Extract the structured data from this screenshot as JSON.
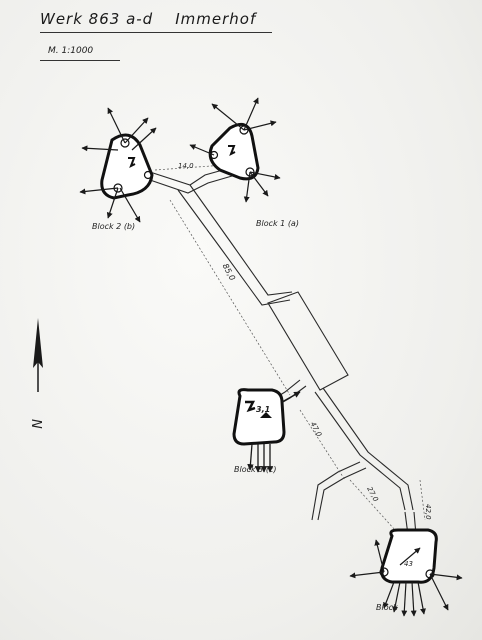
{
  "title": {
    "werk": "Werk 863 a-d",
    "name": "Immerhof"
  },
  "scale": "M. 1:1000",
  "north": "N",
  "blocks": [
    {
      "key": "block1",
      "label": "Block 1 (a)"
    },
    {
      "key": "block2",
      "label": "Block 2 (b)"
    },
    {
      "key": "block3",
      "label": "Block 3 (c)"
    },
    {
      "key": "block4",
      "label": "Block"
    }
  ],
  "dimensions": [
    {
      "key": "d14",
      "text": "14,0"
    },
    {
      "key": "d85",
      "text": "85,0"
    },
    {
      "key": "d47",
      "text": "47,0"
    },
    {
      "key": "d27",
      "text": "27,0"
    },
    {
      "key": "d42",
      "text": "42,0"
    }
  ],
  "block_marks": {
    "block3_id": "3,1",
    "block4_id": "43"
  },
  "colors": {
    "ink": "#1a1a1a",
    "paper": "#f4f4f2"
  }
}
